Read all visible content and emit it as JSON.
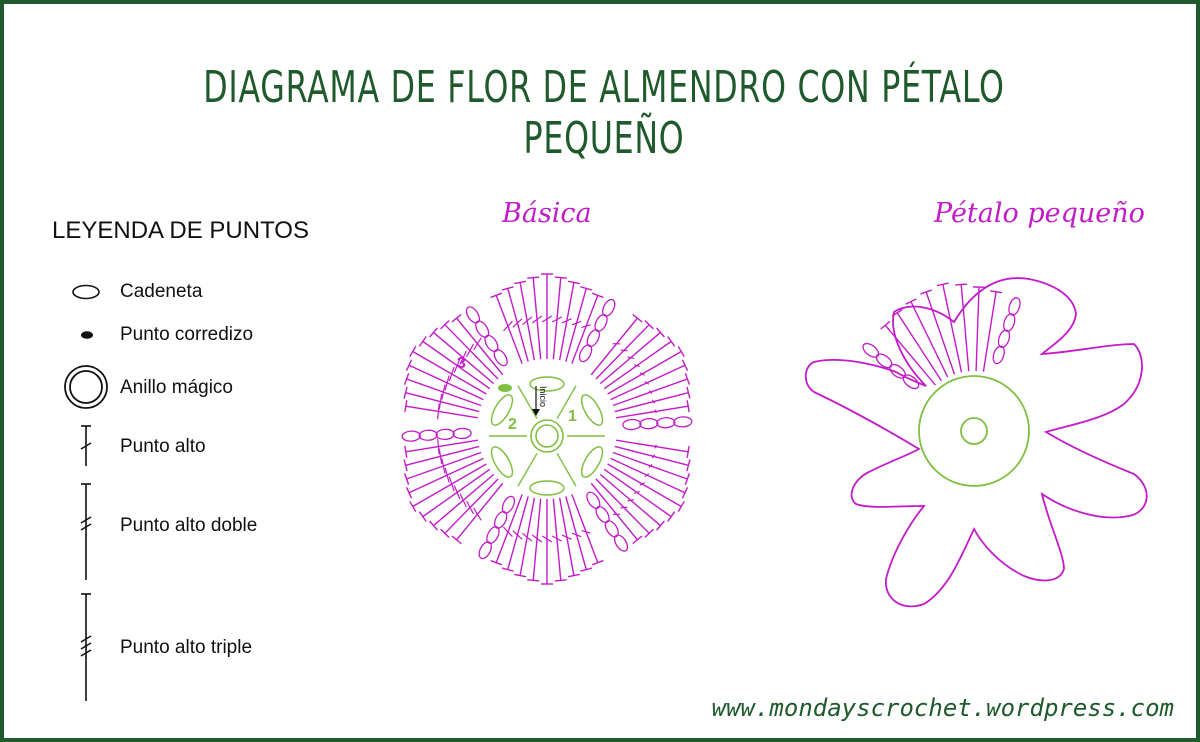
{
  "title": "DIAGRAMA DE FLOR DE ALMENDRO CON PÉTALO PEQUEÑO",
  "legend": {
    "title": "LEYENDA DE PUNTOS",
    "items": [
      {
        "label": "Cadeneta",
        "icon": "chain-stitch-icon"
      },
      {
        "label": "Punto corredizo",
        "icon": "slip-stitch-icon"
      },
      {
        "label": "Anillo mágico",
        "icon": "magic-ring-icon"
      },
      {
        "label": "Punto alto",
        "icon": "double-crochet-icon"
      },
      {
        "label": "Punto alto doble",
        "icon": "treble-crochet-icon"
      },
      {
        "label": "Punto alto triple",
        "icon": "double-treble-crochet-icon"
      }
    ]
  },
  "diagrams": {
    "basic": {
      "label": "Básica",
      "round_labels": [
        "1",
        "2",
        "3"
      ],
      "start_label": "Inicio"
    },
    "small_petal": {
      "label": "Pétalo pequeño"
    }
  },
  "footer_url": "www.mondayscrochet.wordpress.com",
  "colors": {
    "title": "#1e5a2c",
    "round_green": "#7fc042",
    "round_magenta": "#c21bc8",
    "border": "#1e5a2c"
  }
}
